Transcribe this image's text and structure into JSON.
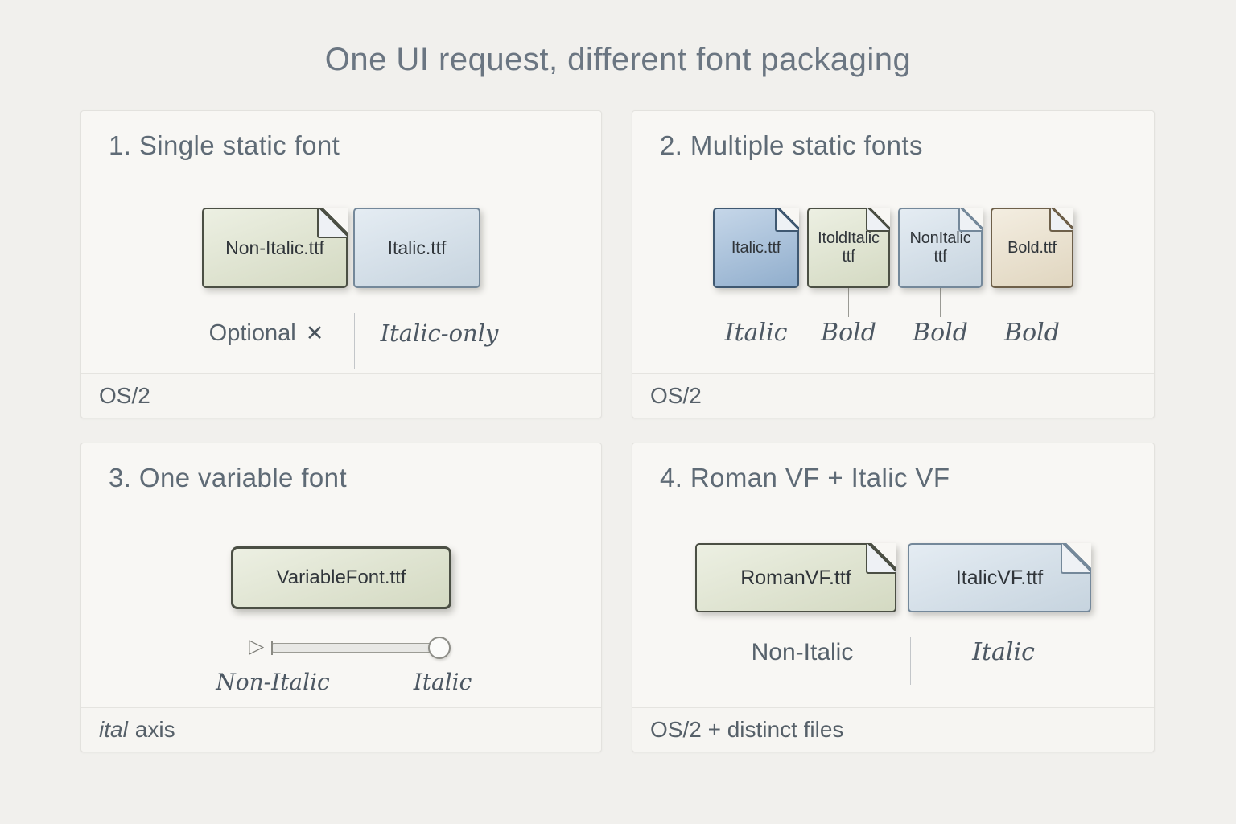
{
  "title": "One UI request, different font packaging",
  "colors": {
    "sage": {
      "fill": "#dde3cb",
      "border": "#4b4f44"
    },
    "blueLight": {
      "fill": "#cfdde9",
      "border": "#74889a"
    },
    "blueMedium": {
      "fill": "#96b5d6",
      "border": "#3f5871"
    },
    "tan": {
      "fill": "#eadfc8",
      "border": "#6e604a"
    },
    "fold": "#eef1f5"
  },
  "panels": [
    {
      "heading": "1. Single static font",
      "files": [
        {
          "label": "Non-Italic.ttf"
        },
        {
          "label": "Italic.ttf"
        }
      ],
      "annotations": {
        "left": "Optional",
        "left_icon": "✕",
        "right": "Italic-only"
      },
      "footer": "OS/2"
    },
    {
      "heading": "2. Multiple static fonts",
      "files": [
        {
          "label": "Italic.ttf",
          "tag": "Italic"
        },
        {
          "label": "ItoldItalic\nttf",
          "tag": "Bold"
        },
        {
          "label": "NonItalic\nttf",
          "tag": "Bold"
        },
        {
          "label": "Bold.ttf",
          "tag": "Bold"
        }
      ],
      "footer": "OS/2"
    },
    {
      "heading": "3. One variable font",
      "file": {
        "label": "VariableFont.ttf"
      },
      "slider": {
        "start_icon": "▷",
        "min_label": "Non-Italic",
        "max_label": "Italic"
      },
      "footer": {
        "italic": "ital",
        "rest": "axis"
      }
    },
    {
      "heading": "4. Roman VF + Italic VF",
      "files": [
        {
          "label": "RomanVF.ttf"
        },
        {
          "label": "ItalicVF.ttf"
        }
      ],
      "annotations": {
        "left": "Non-Italic",
        "right": "Italic"
      },
      "footer": "OS/2 + distinct files"
    }
  ]
}
